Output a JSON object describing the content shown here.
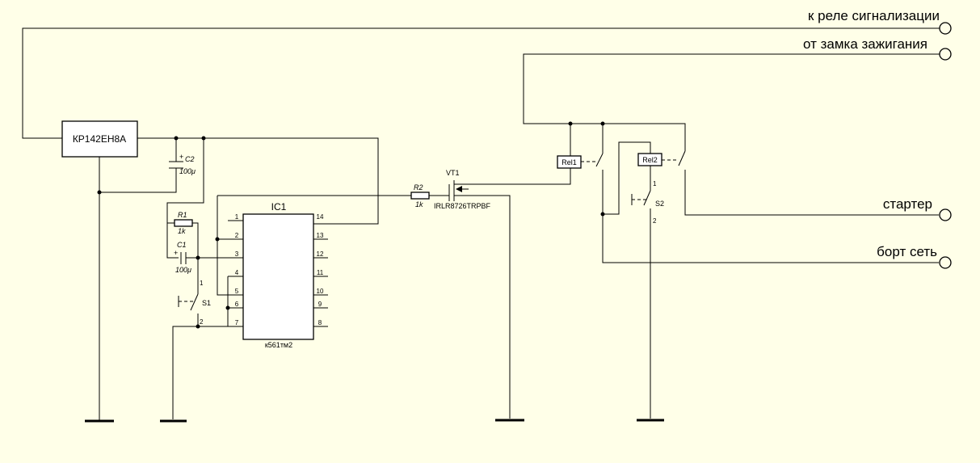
{
  "terminals": {
    "alarm_relay": "к реле сигнализации",
    "ignition_lock": "от замка зажигания",
    "starter": "стартер",
    "onboard_network": "борт сеть"
  },
  "regulator": {
    "label": "КР142ЕН8А"
  },
  "capacitors": {
    "c1": {
      "name": "C1",
      "value": "100μ",
      "polarity": "+"
    },
    "c2": {
      "name": "C2",
      "value": "100μ",
      "polarity": "+"
    }
  },
  "resistors": {
    "r1": {
      "name": "R1",
      "value": "1k"
    },
    "r2": {
      "name": "R2",
      "value": "1k"
    }
  },
  "ic": {
    "name": "IC1",
    "part": "к561тм2",
    "left_pins": [
      "1",
      "2",
      "3",
      "4",
      "5",
      "6",
      "7"
    ],
    "right_pins": [
      "14",
      "13",
      "12",
      "11",
      "10",
      "9",
      "8"
    ]
  },
  "transistor": {
    "name": "VT1",
    "part": "IRLR8726TRPBF"
  },
  "relays": {
    "rel1": "Rel1",
    "rel2": "Rel2"
  },
  "switches": {
    "s1": {
      "name": "S1",
      "pin_top": "1",
      "pin_bottom": "2"
    },
    "s2": {
      "name": "S2",
      "pin_top": "1",
      "pin_bottom": "2"
    }
  }
}
